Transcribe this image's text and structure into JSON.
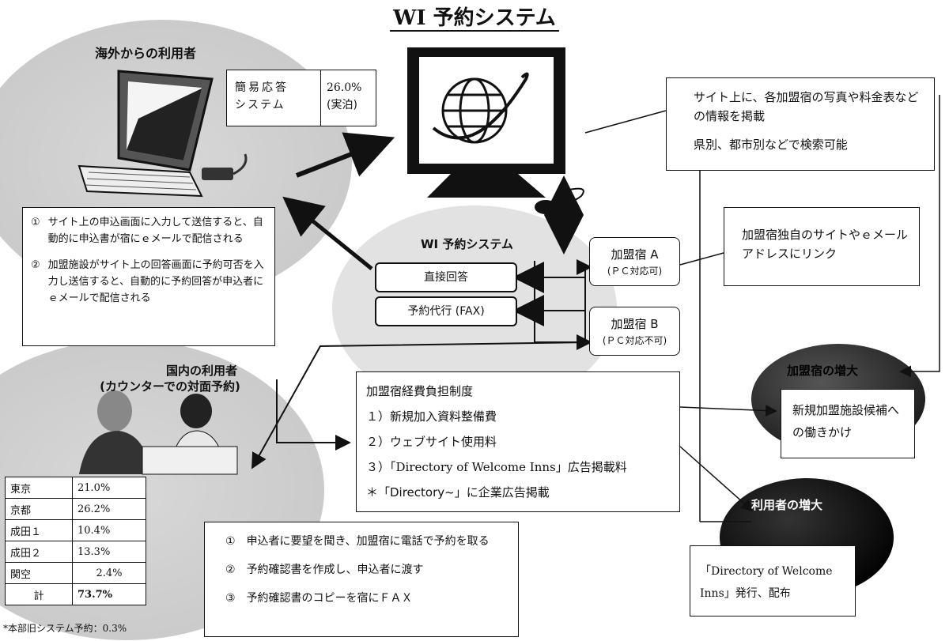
{
  "title": "WI 予約システム",
  "overseas_users": {
    "heading": "海外からの利用者",
    "simple_response": {
      "label_line1": "簡易応答",
      "label_line2": "システム",
      "value": "26.0%",
      "note": "(実泊)"
    }
  },
  "steps_overseas": {
    "item1_num": "①",
    "item1_text": "サイト上の申込画面に入力して送信すると、自動的に申込書が宿にｅメールで配信される",
    "item2_num": "②",
    "item2_text": "加盟施設がサイト上の回答画面に予約可否を入力し送信すると、自動的に予約回答が申込者にｅメールで配信される"
  },
  "site_info": {
    "line1": "サイト上に、各加盟宿の写真や料金表などの情報を掲載",
    "line2": "県別、都市別などで検索可能"
  },
  "link_info": {
    "text": "加盟宿独自のサイトやｅメールアドレスにリンク"
  },
  "wi_system": {
    "label": "WI 予約システム",
    "direct_reply": "直接回答",
    "proxy_booking": "予約代行 (FAX)"
  },
  "inn_a": {
    "name": "加盟宿 A",
    "note": "(ＰＣ対応可)"
  },
  "inn_b": {
    "name": "加盟宿 B",
    "note": "(ＰＣ対応不可)"
  },
  "domestic_users": {
    "heading_line1": "国内の利用者",
    "heading_line2": "(カウンターでの対面予約)"
  },
  "city_table": {
    "rows": [
      {
        "name": "東京",
        "value": "21.0%"
      },
      {
        "name": "京都",
        "value": "26.2%"
      },
      {
        "name": "成田１",
        "value": "10.4%"
      },
      {
        "name": "成田２",
        "value": "13.3%"
      },
      {
        "name": "関空",
        "value": "2.4%"
      },
      {
        "name": "計",
        "value": "73.7%"
      }
    ],
    "footnote": "*本部旧システム予約：0.3%"
  },
  "cost_system": {
    "title": "加盟宿経費負担制度",
    "item1": "１）新規加入資料整備費",
    "item2": "２）ウェブサイト使用料",
    "item3": "３）「Directory of Welcome Inns」広告掲載料",
    "item4": "＊「Directory~」に企業広告掲載"
  },
  "counter_steps": {
    "item1_num": "①",
    "item1_text": "申込者に要望を聞き、加盟宿に電話で予約を取る",
    "item2_num": "②",
    "item2_text": "予約確認書を作成し、申込者に渡す",
    "item3_num": "③",
    "item3_text": "予約確認書のコピーを宿にＦＡＸ"
  },
  "inn_increase": {
    "label": "加盟宿の増大",
    "action": "新規加盟施設候補への働きかけ"
  },
  "user_increase": {
    "label": "利用者の増大",
    "action": "「Directory of Welcome Inns」発行、配布"
  }
}
